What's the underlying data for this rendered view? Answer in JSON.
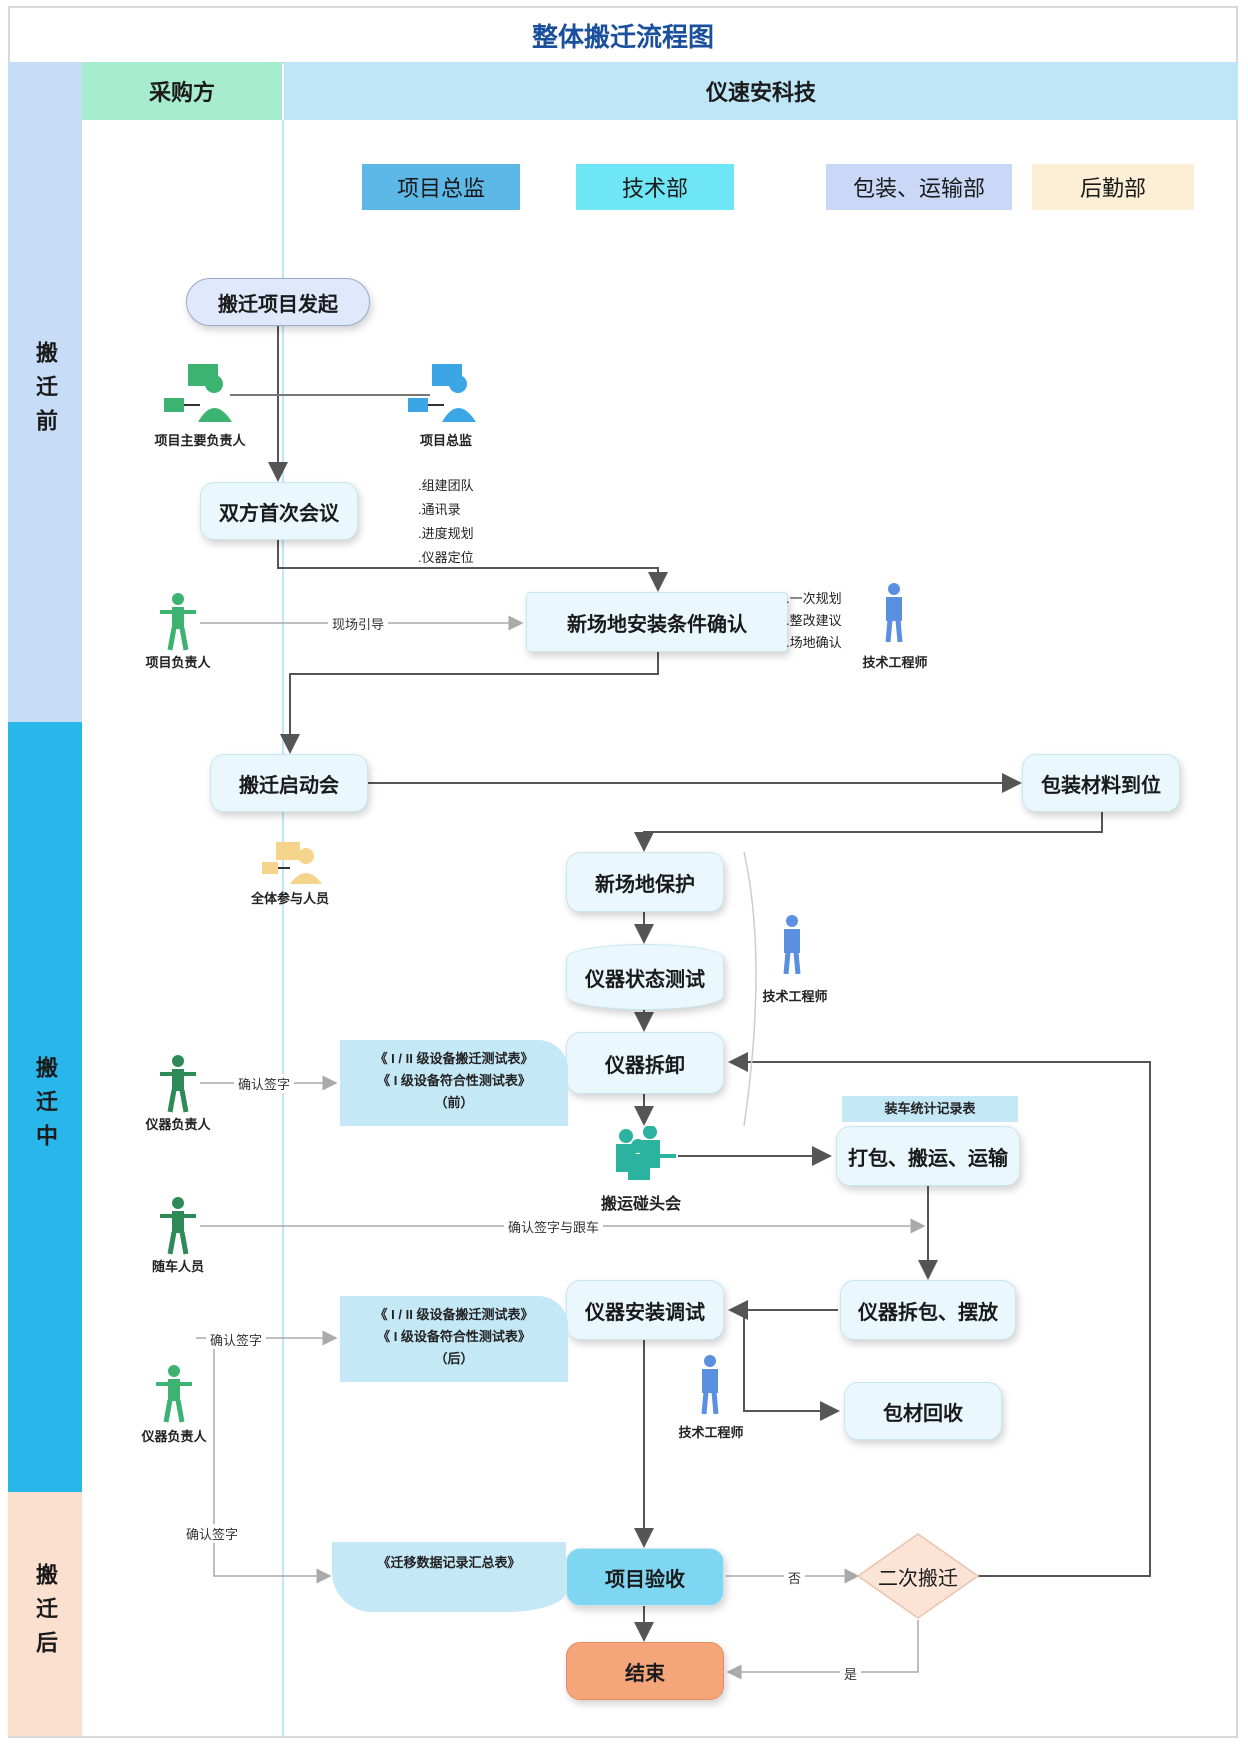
{
  "title": "整体搬迁流程图",
  "phases": {
    "before": "搬迁前",
    "during": "搬迁中",
    "after": "搬迁后"
  },
  "lanes": {
    "buyer": "采购方",
    "company": "仪速安科技"
  },
  "legend": {
    "director": "项目总监",
    "tech": "技术部",
    "logistics": "包装、运输部",
    "support": "后勤部"
  },
  "colors": {
    "buyer_header": "#a8ecd0",
    "company_header": "#bfe6f7",
    "phase_before": "#c7dcf7",
    "phase_during": "#29b6ea",
    "phase_after": "#fbe0d0",
    "green_person": "#3cb371",
    "blue_person": "#5b8fe0",
    "end_box": "#f4a57a",
    "accept_box": "#7fd6f2",
    "diamond": "#fbe4d5"
  },
  "nodes": {
    "start": "搬迁项目发起",
    "meeting": "双方首次会议",
    "site_confirm": "新场地安装条件确认",
    "kickoff": "搬迁启动会",
    "material": "包装材料到位",
    "site_protect": "新场地保护",
    "status_test": "仪器状态测试",
    "dismantle": "仪器拆卸",
    "pack": "打包、搬运、运输",
    "install": "仪器安装调试",
    "unpack": "仪器拆包、摆放",
    "recycle": "包材回收",
    "accept": "项目验收",
    "second": "二次搬迁",
    "end": "结束"
  },
  "roles": {
    "buyer_main": "项目主要负责人",
    "director": "项目总监",
    "buyer_proj": "项目负责人",
    "tech_eng1": "技术工程师",
    "all_staff": "全体参与人员",
    "tech_eng2": "技术工程师",
    "instr_owner1": "仪器负责人",
    "escort": "随车人员",
    "instr_owner2": "仪器负责人",
    "tech_eng3": "技术工程师",
    "handover": "搬运碰头会"
  },
  "notes": {
    "meeting_items": [
      ".组建团队",
      ".通讯录",
      ".进度规划",
      ".仪器定位"
    ],
    "site_items": [
      ".一次规划",
      ".整改建议",
      ".场地确认"
    ]
  },
  "docs": {
    "pre_test": [
      "《 I / II 级设备搬迁测试表》",
      "《 I 级设备符合性测试表》",
      "（前）"
    ],
    "post_test": [
      "《 I / II 级设备搬迁测试表》",
      "《 I 级设备符合性测试表》",
      "（后）"
    ],
    "summary": "《迁移数据记录汇总表》",
    "vehicle": "装车统计记录表"
  },
  "edges": {
    "site_guide": "现场引导",
    "confirm_sign": "确认签字",
    "confirm_sign_track": "确认签字与跟车",
    "confirm_sign2": "确认签字",
    "confirm_sign3": "确认签字",
    "no": "否",
    "yes": "是"
  }
}
